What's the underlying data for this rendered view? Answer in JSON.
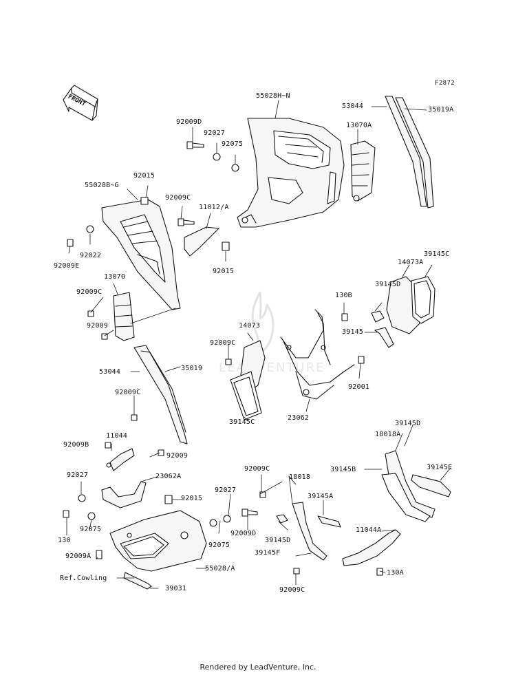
{
  "figure_code": "F2872",
  "front_label": "FRONT",
  "credit": "Rendered by LeadVenture, Inc.",
  "watermark": "LEADVENTURE",
  "colors": {
    "ink": "#111111",
    "fill": "#f4f4f4",
    "watermark": "#e6e6e6"
  },
  "labels": [
    {
      "id": "l01",
      "text": "55028H~N"
    },
    {
      "id": "l02",
      "text": "53044"
    },
    {
      "id": "l03",
      "text": "35019A"
    },
    {
      "id": "l04",
      "text": "13070A"
    },
    {
      "id": "l05",
      "text": "92009D"
    },
    {
      "id": "l06",
      "text": "92027"
    },
    {
      "id": "l07",
      "text": "92075"
    },
    {
      "id": "l08",
      "text": "92015"
    },
    {
      "id": "l09",
      "text": "55028B~G"
    },
    {
      "id": "l10",
      "text": "92009C"
    },
    {
      "id": "l11",
      "text": "11012/A"
    },
    {
      "id": "l12",
      "text": "92022"
    },
    {
      "id": "l13",
      "text": "92009E"
    },
    {
      "id": "l14",
      "text": "92015"
    },
    {
      "id": "l15",
      "text": "13070"
    },
    {
      "id": "l16",
      "text": "92009C"
    },
    {
      "id": "l17",
      "text": "92009"
    },
    {
      "id": "l18",
      "text": "14073A"
    },
    {
      "id": "l19",
      "text": "39145C"
    },
    {
      "id": "l20",
      "text": "39145D"
    },
    {
      "id": "l21",
      "text": "130B"
    },
    {
      "id": "l22",
      "text": "14073"
    },
    {
      "id": "l23",
      "text": "39145"
    },
    {
      "id": "l24",
      "text": "92009C"
    },
    {
      "id": "l25",
      "text": "53044"
    },
    {
      "id": "l26",
      "text": "35019"
    },
    {
      "id": "l27",
      "text": "92001"
    },
    {
      "id": "l28",
      "text": "92009C"
    },
    {
      "id": "l29",
      "text": "39145C"
    },
    {
      "id": "l30",
      "text": "23062"
    },
    {
      "id": "l31",
      "text": "11044"
    },
    {
      "id": "l32",
      "text": "92009B"
    },
    {
      "id": "l33",
      "text": "92009"
    },
    {
      "id": "l34",
      "text": "39145D"
    },
    {
      "id": "l35",
      "text": "18018A"
    },
    {
      "id": "l36",
      "text": "39145B"
    },
    {
      "id": "l37",
      "text": "39145E"
    },
    {
      "id": "l38",
      "text": "92027"
    },
    {
      "id": "l39",
      "text": "23062A"
    },
    {
      "id": "l40",
      "text": "92009C"
    },
    {
      "id": "l41",
      "text": "18018"
    },
    {
      "id": "l42",
      "text": "92027"
    },
    {
      "id": "l43",
      "text": "92015"
    },
    {
      "id": "l44",
      "text": "39145A"
    },
    {
      "id": "l45",
      "text": "92075"
    },
    {
      "id": "l46",
      "text": "92009D"
    },
    {
      "id": "l47",
      "text": "130"
    },
    {
      "id": "l48",
      "text": "92075"
    },
    {
      "id": "l49",
      "text": "39145D"
    },
    {
      "id": "l50",
      "text": "11044A"
    },
    {
      "id": "l51",
      "text": "39145F"
    },
    {
      "id": "l52",
      "text": "92009A"
    },
    {
      "id": "l53",
      "text": "55028/A"
    },
    {
      "id": "l54",
      "text": "130A"
    },
    {
      "id": "l55",
      "text": "Ref.Cowling"
    },
    {
      "id": "l56",
      "text": "39031"
    },
    {
      "id": "l57",
      "text": "92009C"
    }
  ]
}
